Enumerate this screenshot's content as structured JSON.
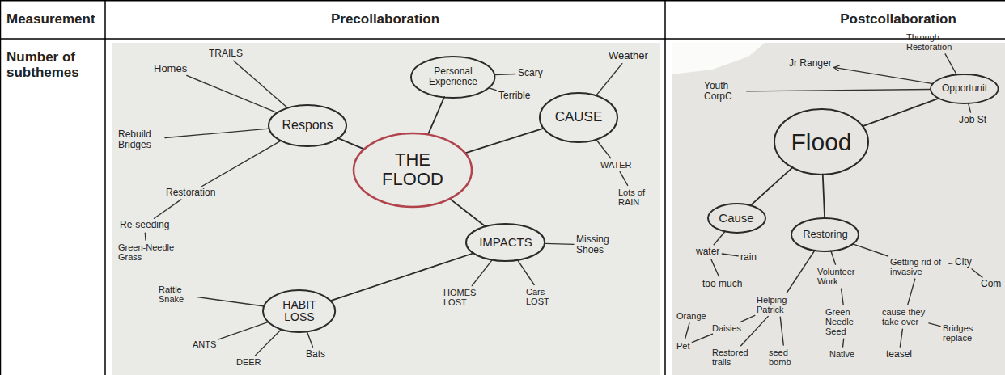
{
  "diagram": {
    "nodes": [
      {
        "text": [
          "Respons"
        ]
      },
      {
        "text": [
          "Personal Experience"
        ]
      },
      {
        "text": [
          "CAUSE"
        ]
      },
      {
        "text": [
          "THE FLOOD"
        ]
      },
      {
        "text": [
          "IMPACTS"
        ]
      },
      {
        "text": [
          "HABIT LOSS"
        ]
      },
      {
        "text": [
          "Flood"
        ]
      },
      {
        "text": [
          "Opportunit"
        ]
      },
      {
        "text": [
          "Cause"
        ]
      },
      {
        "text": [
          "Restoring"
        ]
      }
    ],
    "edges": [
      {
        "from": 3,
        "to": 0,
        "arrow": "none"
      },
      {
        "from": 3,
        "to": 1,
        "arrow": "none"
      },
      {
        "from": 3,
        "to": 2,
        "arrow": "none"
      },
      {
        "from": 3,
        "to": 4,
        "arrow": "none"
      },
      {
        "from": 4,
        "to": 5,
        "arrow": "none"
      },
      {
        "from": 6,
        "to": 7,
        "arrow": "none"
      },
      {
        "from": 6,
        "to": 8,
        "arrow": "none"
      },
      {
        "from": 6,
        "to": 9,
        "arrow": "none"
      }
    ],
    "labels": [
      "Measurement",
      "Precollaboration",
      "Postcollaboration",
      "Number of subthemes",
      "Homes",
      "TRAILS",
      "Rebuild Bridges",
      "Restoration",
      "Re-seeding",
      "Green-Needle Grass",
      "Scary",
      "Terrible",
      "Weather",
      "WATER",
      "Lots of RAIN",
      "Missing Shoes",
      "HOMES LOST",
      "Cars LOST",
      "Rattle Snake",
      "ANTS",
      "DEER",
      "Bats",
      "Youth CorpC",
      "Jr Ranger",
      "Through Restoration",
      "Job St",
      "water",
      "rain",
      "too much",
      "Orange",
      "Pet",
      "Daisies",
      "Helping Patrick",
      "Restored trails",
      "seed bomb",
      "Volunteer Work",
      "Getting rid of invasive",
      "City",
      "Com",
      "Green Needle Seed",
      "Native",
      "cause they take over",
      "teasel",
      "Bridges replace"
    ]
  }
}
